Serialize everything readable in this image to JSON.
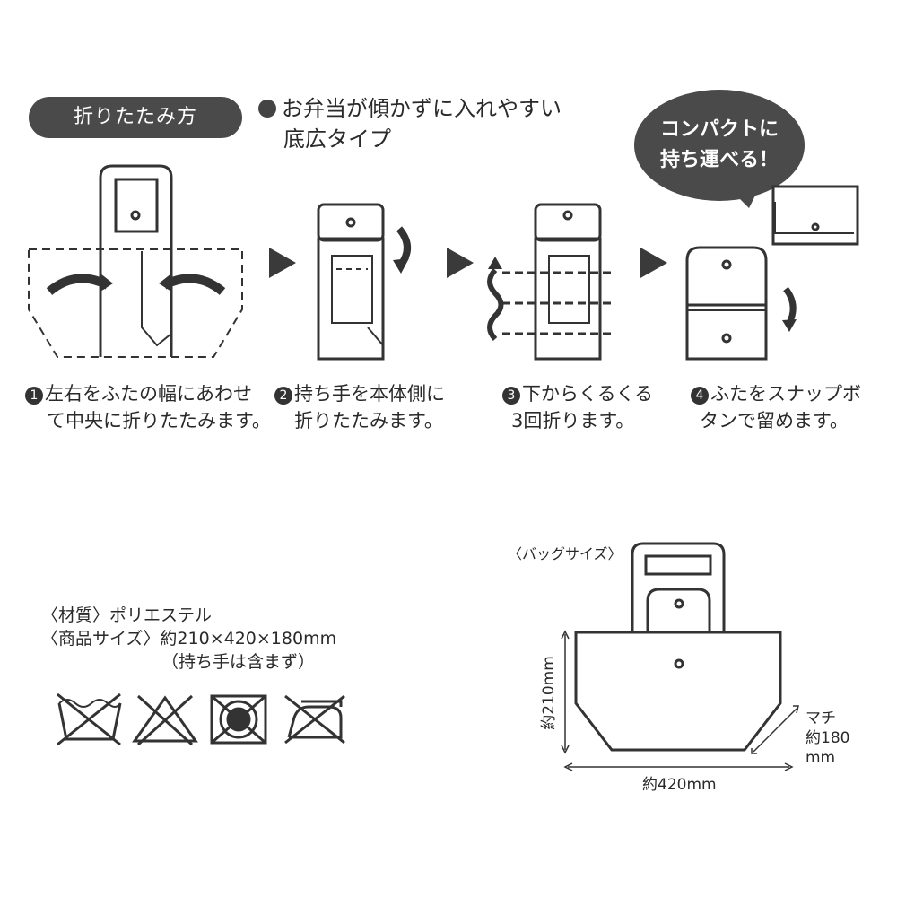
{
  "header": {
    "folding_title": "折りたたみ方",
    "feature_line1": "お弁当が傾かずに入れやすい",
    "feature_line2": "底広タイプ"
  },
  "bubble": {
    "line1": "コンパクトに",
    "line2": "持ち運べる！"
  },
  "steps": [
    {
      "num": "1",
      "line1": "左右をふたの幅にあわせ",
      "line2": "て中央に折りたたみます。"
    },
    {
      "num": "2",
      "line1": "持ち手を本体側に",
      "line2": "折りたたみます。"
    },
    {
      "num": "3",
      "line1": "下からくるくる",
      "line2": "3回折ります。"
    },
    {
      "num": "4",
      "line1": "ふたをスナップボ",
      "line2": "タンで留めます。"
    }
  ],
  "specs": {
    "material": "〈材質〉ポリエステル",
    "size": "〈商品サイズ〉約210×420×180mm",
    "size_note": "（持ち手は含まず）"
  },
  "care_icons": [
    "no-wash-icon",
    "no-bleach-icon",
    "no-tumble-dry-icon",
    "no-iron-icon"
  ],
  "bag_size": {
    "title": "〈バッグサイズ〉",
    "height": "約210mm",
    "width": "約420mm",
    "gusset_label": "マチ",
    "gusset_value": "約180",
    "gusset_unit": "mm"
  }
}
